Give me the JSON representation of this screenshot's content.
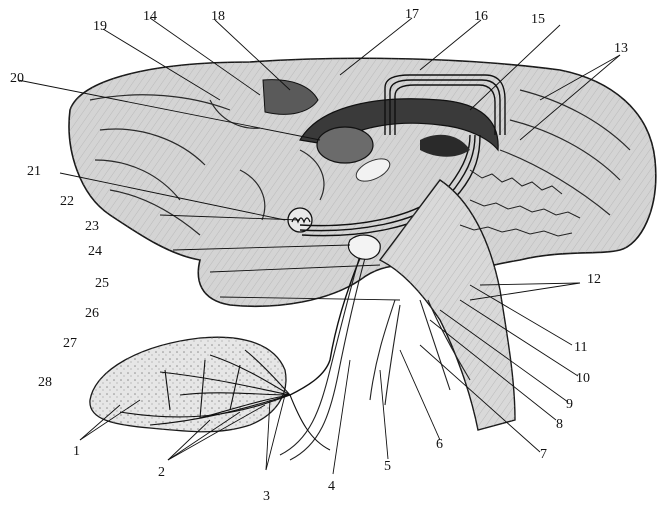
{
  "labels": {
    "n1": "1",
    "n2": "2",
    "n3": "3",
    "n4": "4",
    "n5": "5",
    "n6": "6",
    "n7": "7",
    "n8": "8",
    "n9": "9",
    "n10": "10",
    "n11": "11",
    "n12": "12",
    "n13": "13",
    "n14": "14",
    "n15": "15",
    "n16": "16",
    "n17": "17",
    "n18": "18",
    "n19": "19",
    "n20": "20",
    "n21": "21",
    "n22": "22",
    "n23": "23",
    "n24": "24",
    "n25": "25",
    "n26": "26",
    "n27": "27",
    "n28": "28"
  },
  "colors": {
    "ink": "#1a1a1a",
    "brain_fill": "#cfcfcf",
    "brain_dark": "#3a3a3a",
    "background": "#ffffff"
  }
}
